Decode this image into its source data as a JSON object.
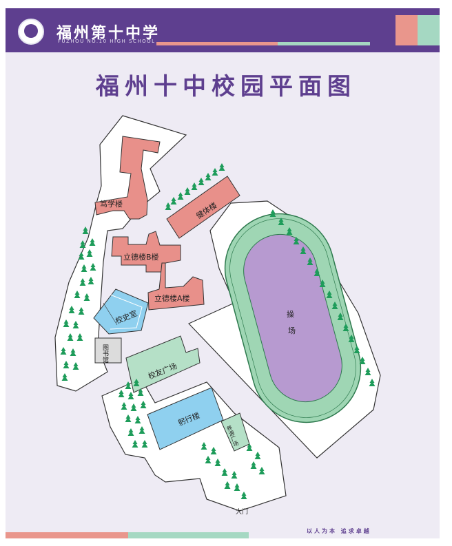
{
  "header": {
    "school_name": "福州第十中学",
    "school_name_en": "FUZHOU NO.10  HIGH SCHOOL",
    "logo_icon": "school-crest-icon"
  },
  "map": {
    "title": "福州十中校园平面图",
    "labels": {
      "duxue": "笃学楼",
      "jianti": "健体楼",
      "lide_b": "立德楼B楼",
      "lide_a": "立德楼A楼",
      "xiaoshi": "校史室",
      "library": "图书馆",
      "xiaoyou": "校友广场",
      "gongxing": "躬行楼",
      "caochang_1": "操",
      "caochang_2": "场",
      "yangyuan": "养源广场",
      "gate": "大门"
    },
    "tree_icon": "pine-tree-icon"
  },
  "footer": {
    "motto": "以人为本  追求卓越"
  },
  "colors": {
    "purple": "#5e3f8f",
    "pink": "#e9968c",
    "green": "#a5d8c2",
    "building": "#e8908a",
    "blue": "#8fd0ef",
    "plaza_green": "#b5e0c7",
    "track_green": "#9fd6b4",
    "field_purple": "#b79ad0",
    "tree": "#1e9c5a"
  }
}
